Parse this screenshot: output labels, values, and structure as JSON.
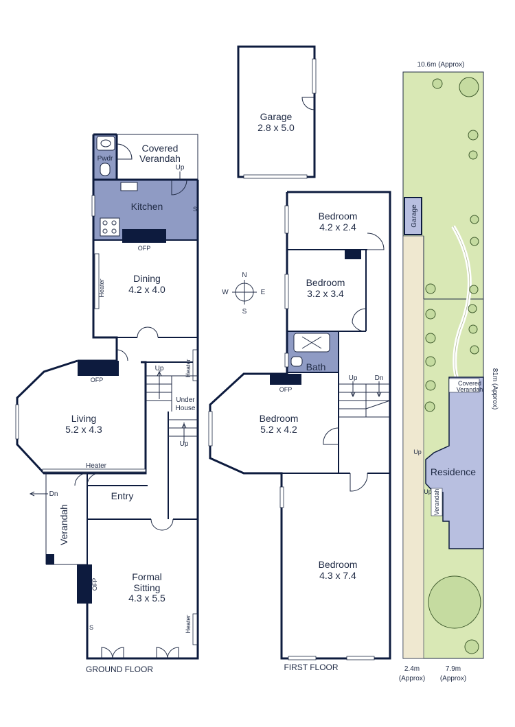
{
  "floor_labels": {
    "ground": "GROUND FLOOR",
    "first": "FIRST FLOOR"
  },
  "ground_floor": {
    "pwdr": "Pwdr",
    "covered_verandah_line1": "Covered",
    "covered_verandah_line2": "Verandah",
    "up_top": "Up",
    "kitchen": "Kitchen",
    "s_kitchen": "S",
    "ofp_dining": "OFP",
    "dining": "Dining",
    "dining_dim": "4.2 x 4.0",
    "heater_dining": "Heater",
    "heater_stair": "Heater",
    "up_stair_top": "Up",
    "ofp_living": "OFP",
    "under_house_line1": "Under",
    "under_house_line2": "House",
    "up_stair_bottom": "Up",
    "living": "Living",
    "living_dim": "5.2 x 4.3",
    "heater_living": "Heater",
    "dn_verandah": "Dn",
    "verandah": "Verandah",
    "entry": "Entry",
    "ofp_formal": "OFP",
    "formal_sitting_line1": "Formal",
    "formal_sitting_line2": "Sitting",
    "formal_sitting_dim": "4.3 x 5.5",
    "s_formal": "S",
    "heater_formal": "Heater"
  },
  "garage": {
    "name": "Garage",
    "dim": "2.8 x 5.0"
  },
  "first_floor": {
    "bedroom1": "Bedroom",
    "bedroom1_dim": "4.2 x 2.4",
    "bedroom2": "Bedroom",
    "bedroom2_dim": "3.2 x 3.4",
    "bath": "Bath",
    "up": "Up",
    "dn": "Dn",
    "ofp": "OFP",
    "bedroom3": "Bedroom",
    "bedroom3_dim": "5.2 x 4.2",
    "bedroom4": "Bedroom",
    "bedroom4_dim": "4.3 x 7.4"
  },
  "compass": {
    "n": "N",
    "e": "E",
    "s": "S",
    "w": "W"
  },
  "site_plan": {
    "width_top": "10.6m (Approx)",
    "length_side": "81m (Approx)",
    "garage": "Garage",
    "covered_verandah_line1": "Covered",
    "covered_verandah_line2": "Verandah",
    "up1": "Up",
    "residence": "Residence",
    "up2": "Up",
    "verandah": "Verandah",
    "bottom_left_line1": "2.4m",
    "bottom_left_line2": "(Approx)",
    "bottom_right_line1": "7.9m",
    "bottom_right_line2": "(Approx)"
  },
  "colors": {
    "wall": "#0d1b3e",
    "tile_fill": "#8f9bc4",
    "lawn": "#d9e8b5",
    "path": "#efe8d0",
    "residence": "#b8bfe0",
    "tree_fill": "#c5dba0",
    "tree_stroke": "#3e5a2c"
  }
}
